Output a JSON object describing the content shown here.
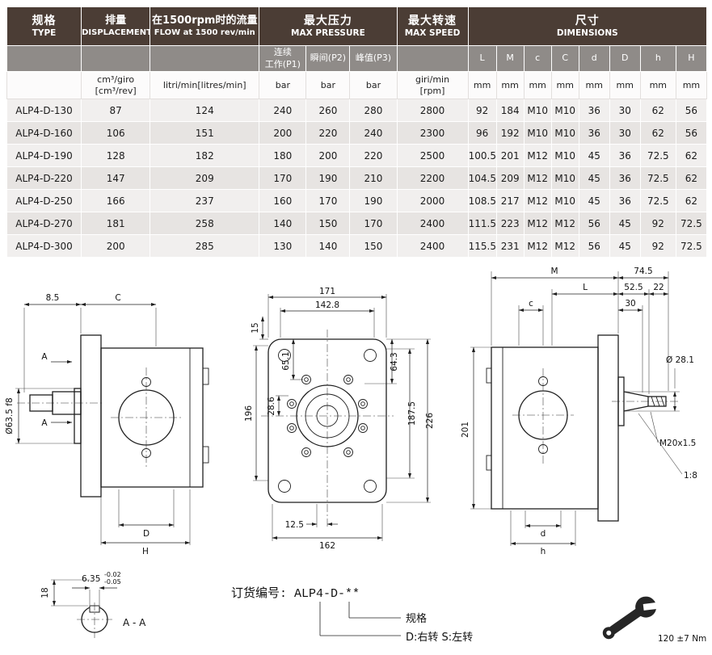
{
  "table": {
    "headers": {
      "type": {
        "zh": "规格",
        "en": "TYPE"
      },
      "displacement": {
        "zh": "排量",
        "en": "DISPLACEMENT"
      },
      "flow": {
        "zh": "在1500rpm时的流量",
        "en": "FLOW at 1500 rev/min"
      },
      "pressure": {
        "zh": "最大压力",
        "en": "MAX PRESSURE"
      },
      "speed": {
        "zh": "最大转速",
        "en": "MAX SPEED"
      },
      "dimensions": {
        "zh": "尺寸",
        "en": "DIMENSIONS"
      }
    },
    "subheaders": {
      "p1_line1": "连续",
      "p1_line2": "工作(P1)",
      "p2": "瞬间(P2)",
      "p3": "峰值(P3)",
      "dims": [
        "L",
        "M",
        "c",
        "C",
        "d",
        "D",
        "h",
        "H"
      ]
    },
    "units": {
      "displacement_line1": "cm³/giro",
      "displacement_line2": "[cm³/rev]",
      "flow": "litri/min[litres/min]",
      "pressure": "bar",
      "speed_line1": "giri/min",
      "speed_line2": "[rpm]",
      "dimension": "mm"
    },
    "rows": [
      [
        "ALP4-D-130",
        "87",
        "124",
        "240",
        "260",
        "280",
        "2800",
        "92",
        "184",
        "M10",
        "M10",
        "36",
        "30",
        "62",
        "56"
      ],
      [
        "ALP4-D-160",
        "106",
        "151",
        "200",
        "220",
        "240",
        "2300",
        "96",
        "192",
        "M10",
        "M10",
        "36",
        "30",
        "62",
        "56"
      ],
      [
        "ALP4-D-190",
        "128",
        "182",
        "180",
        "200",
        "220",
        "2500",
        "100.5",
        "201",
        "M12",
        "M10",
        "45",
        "36",
        "72.5",
        "62"
      ],
      [
        "ALP4-D-220",
        "147",
        "209",
        "170",
        "190",
        "210",
        "2200",
        "104.5",
        "209",
        "M12",
        "M10",
        "45",
        "36",
        "72.5",
        "62"
      ],
      [
        "ALP4-D-250",
        "166",
        "237",
        "160",
        "170",
        "190",
        "2000",
        "108.5",
        "217",
        "M12",
        "M10",
        "45",
        "36",
        "72.5",
        "62"
      ],
      [
        "ALP4-D-270",
        "181",
        "258",
        "140",
        "150",
        "170",
        "2400",
        "111.5",
        "223",
        "M12",
        "M12",
        "56",
        "45",
        "92",
        "72.5"
      ],
      [
        "ALP4-D-300",
        "200",
        "285",
        "130",
        "140",
        "150",
        "2400",
        "115.5",
        "231",
        "M12",
        "M12",
        "56",
        "45",
        "92",
        "72.5"
      ]
    ]
  },
  "drawings": {
    "side_left": {
      "dim_8_5": "8.5",
      "dim_C": "C",
      "section_label": "A",
      "dia": "Ø63.5 f8",
      "dim_D": "D",
      "dim_H": "H"
    },
    "front": {
      "w_outer": "171",
      "w_inner": "142.8",
      "off_top": "15",
      "h_65": "65.1",
      "h_28": "28.6",
      "h_196": "196",
      "h_64": "64.3",
      "h_187": "187.5",
      "h_226": "226",
      "off_bottom": "12.5",
      "w_bottom": "162"
    },
    "side_right": {
      "dim_M": "M",
      "dim_74": "74.5",
      "dim_L": "L",
      "dim_52": "52.5",
      "dim_22": "22",
      "dim_c": "c",
      "dim_30": "30",
      "dia_shaft": "Ø 28.1",
      "h_201": "201",
      "thread": "M20x1.5",
      "taper": "1:8",
      "dim_d": "d",
      "dim_h": "h"
    },
    "section_aa": {
      "h_18": "18",
      "key_w": "6.35",
      "tol_hi": "-0.02",
      "tol_lo": "-0.05",
      "title": "A - A"
    },
    "ordering": {
      "code": "订货编号: ALP4-D-**",
      "spec_label": "规格",
      "rotation_label": "D:右转  S:左转"
    },
    "torque": {
      "label": "120 ±7 Nm"
    }
  },
  "colors": {
    "header_bg": "#4b3d35",
    "subheader_bg": "#8f8b88",
    "row_odd": "#f1efee",
    "row_even": "#e7e4e2",
    "line": "#1f1f1f"
  }
}
